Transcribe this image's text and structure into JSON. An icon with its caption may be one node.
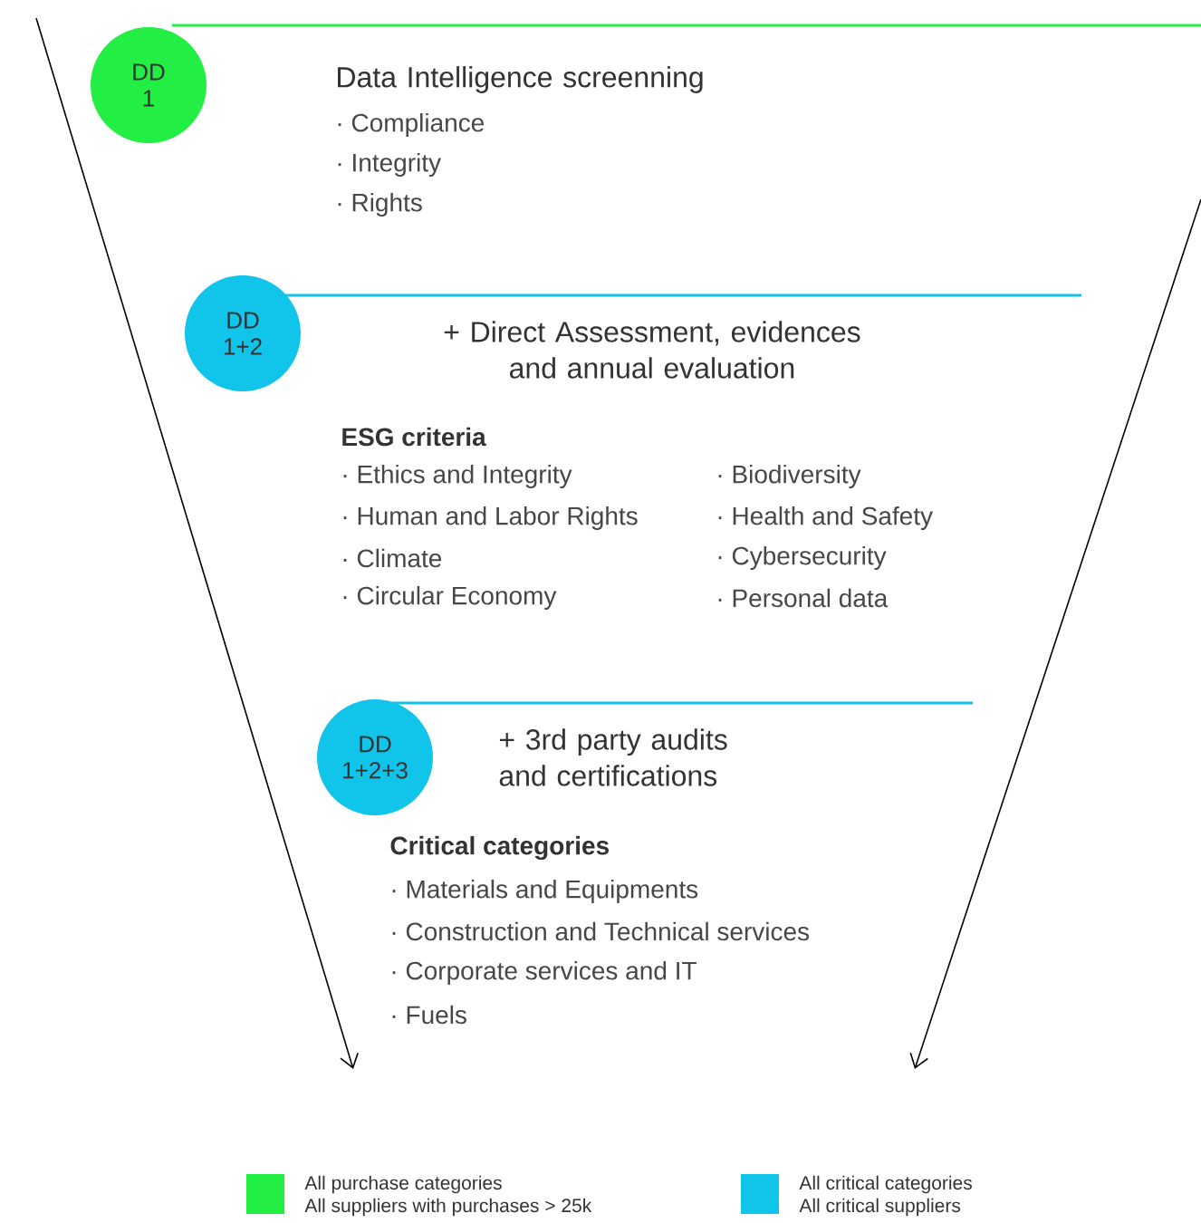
{
  "diagram": {
    "nodes": [
      {
        "text": [
          "DD 1"
        ]
      },
      {
        "text": [
          "DD 1+2"
        ]
      },
      {
        "text": [
          "DD 1+2+3"
        ]
      }
    ],
    "labels": [
      "Data Intelligence screenning",
      "· Compliance",
      "· Integrity",
      "· Rights",
      "+ Direct Assessment, evidences and annual evaluation",
      "ESG criteria",
      "· Ethics and Integrity",
      "· Biodiversity",
      "· Human and Labor Rights",
      "· Health and Safety",
      "· Climate",
      "· Cybersecurity",
      "· Circular Economy",
      "· Personal data",
      "+ 3rd party audits and certifications",
      "Critical categories",
      "· Materials and Equipments",
      "· Construction and Technical services",
      "· Corporate services and IT",
      "· Fuels"
    ],
    "legend": [
      {
        "text": "All purchase categories All suppliers with purchases > 25k",
        "color": "#22ee44"
      },
      {
        "text": "All critical categories All critical suppliers",
        "color": "#11c4ea"
      }
    ]
  }
}
